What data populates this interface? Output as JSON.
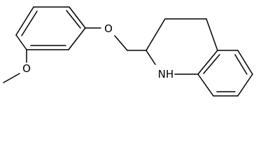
{
  "molecule": {
    "atoms": {
      "ether_oxygen": "O",
      "methoxy_oxygen": "O",
      "amine": "NH"
    }
  },
  "style": {
    "bond_color": "#000000",
    "background": "#ffffff"
  }
}
